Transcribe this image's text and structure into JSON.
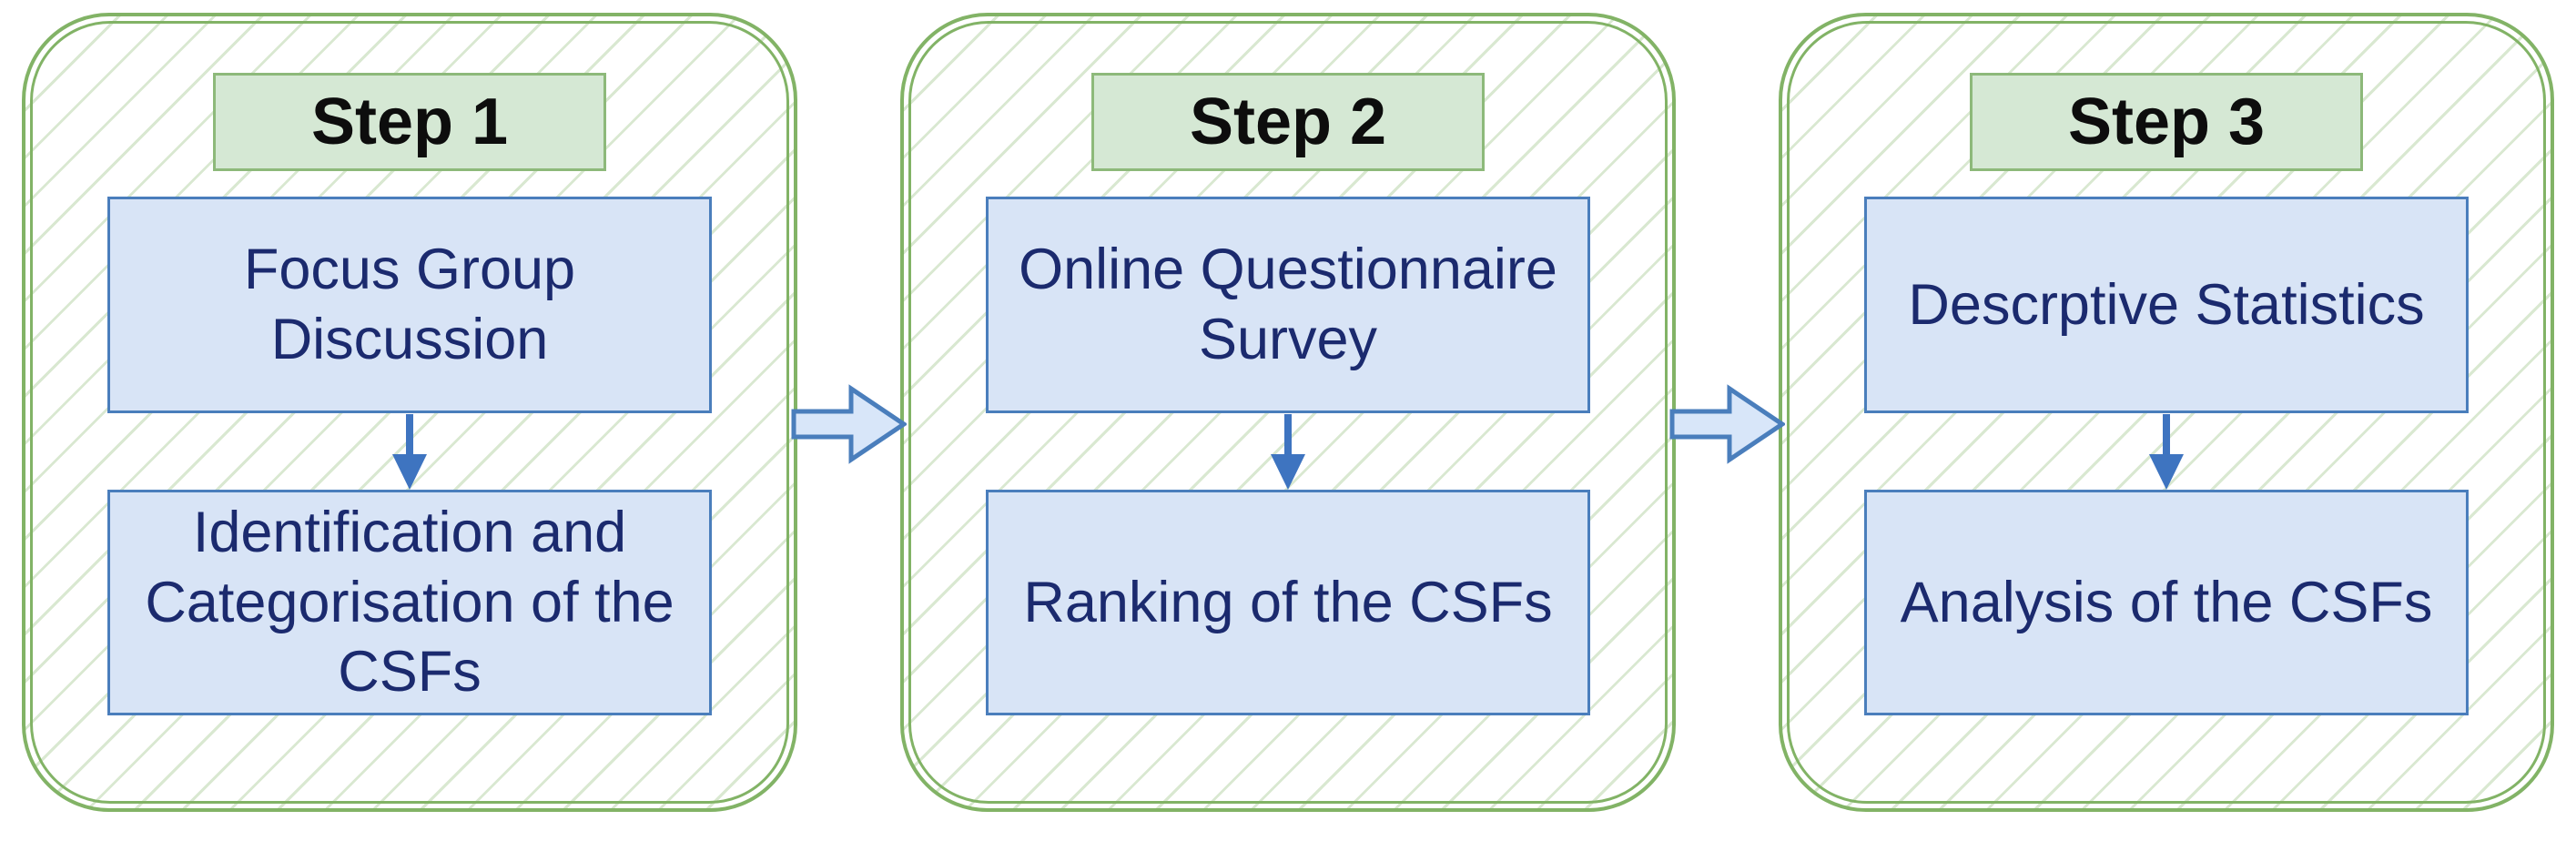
{
  "steps": [
    {
      "label": "Step 1",
      "top_box": [
        "Focus Group",
        "Discussion"
      ],
      "bottom_box": [
        "Identification and",
        "Categorisation of the",
        "CSFs"
      ]
    },
    {
      "label": "Step 2",
      "top_box": [
        "Online Questionnaire",
        "Survey"
      ],
      "bottom_box": [
        "Ranking of the CSFs"
      ]
    },
    {
      "label": "Step 3",
      "top_box": [
        "Descrptive Statistics"
      ],
      "bottom_box": [
        "Analysis of the CSFs"
      ]
    }
  ],
  "icons": {
    "down_arrow": "arrow-down-icon",
    "right_arrow": "arrow-right-icon"
  },
  "colors": {
    "panel_border_green": "#82b366",
    "hatch_green": "#cde5c2",
    "header_fill_green": "#d5e8d4",
    "header_text": "#0d0d0d",
    "box_fill_blue": "#d8e4f6",
    "box_border_blue": "#4a7ebc",
    "box_text_navy": "#1b2a6e",
    "arrow_blue": "#3e74c0",
    "canvas_background": "#ffffff"
  }
}
